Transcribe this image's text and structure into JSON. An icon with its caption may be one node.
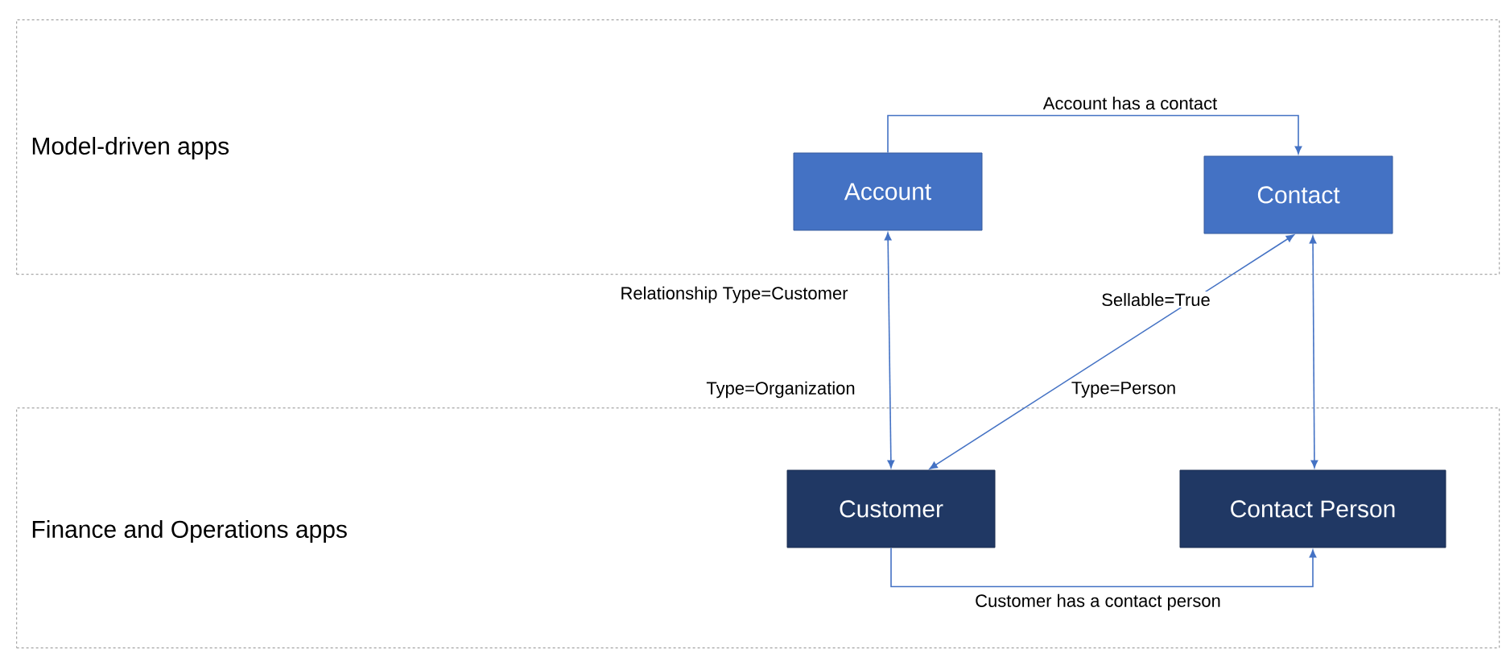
{
  "diagram": {
    "nodes": [
      {
        "text": [
          "Model-driven apps"
        ]
      },
      {
        "text": [
          "Finance and Operations apps"
        ]
      },
      {
        "text": [
          "Account"
        ],
        "in": 0
      },
      {
        "text": [
          "Contact"
        ],
        "in": 0
      },
      {
        "text": [
          "Customer"
        ],
        "in": 1
      },
      {
        "text": [
          "Contact Person"
        ],
        "in": 1
      }
    ],
    "edges": [
      {
        "from": 2,
        "to": 3,
        "arrow": "to",
        "label": "Account has a contact"
      },
      {
        "from": 2,
        "to": 4,
        "arrow": "both",
        "label": "Relationship Type=Customer"
      },
      {
        "from": 4,
        "to": 3,
        "arrow": "both",
        "label": "Sellable=True"
      },
      {
        "from": 3,
        "to": 5,
        "arrow": "both"
      },
      {
        "from": 4,
        "to": 5,
        "arrow": "to",
        "label": "Customer has a contact person"
      }
    ],
    "labels": [
      "Type=Organization",
      "Type=Person"
    ]
  }
}
